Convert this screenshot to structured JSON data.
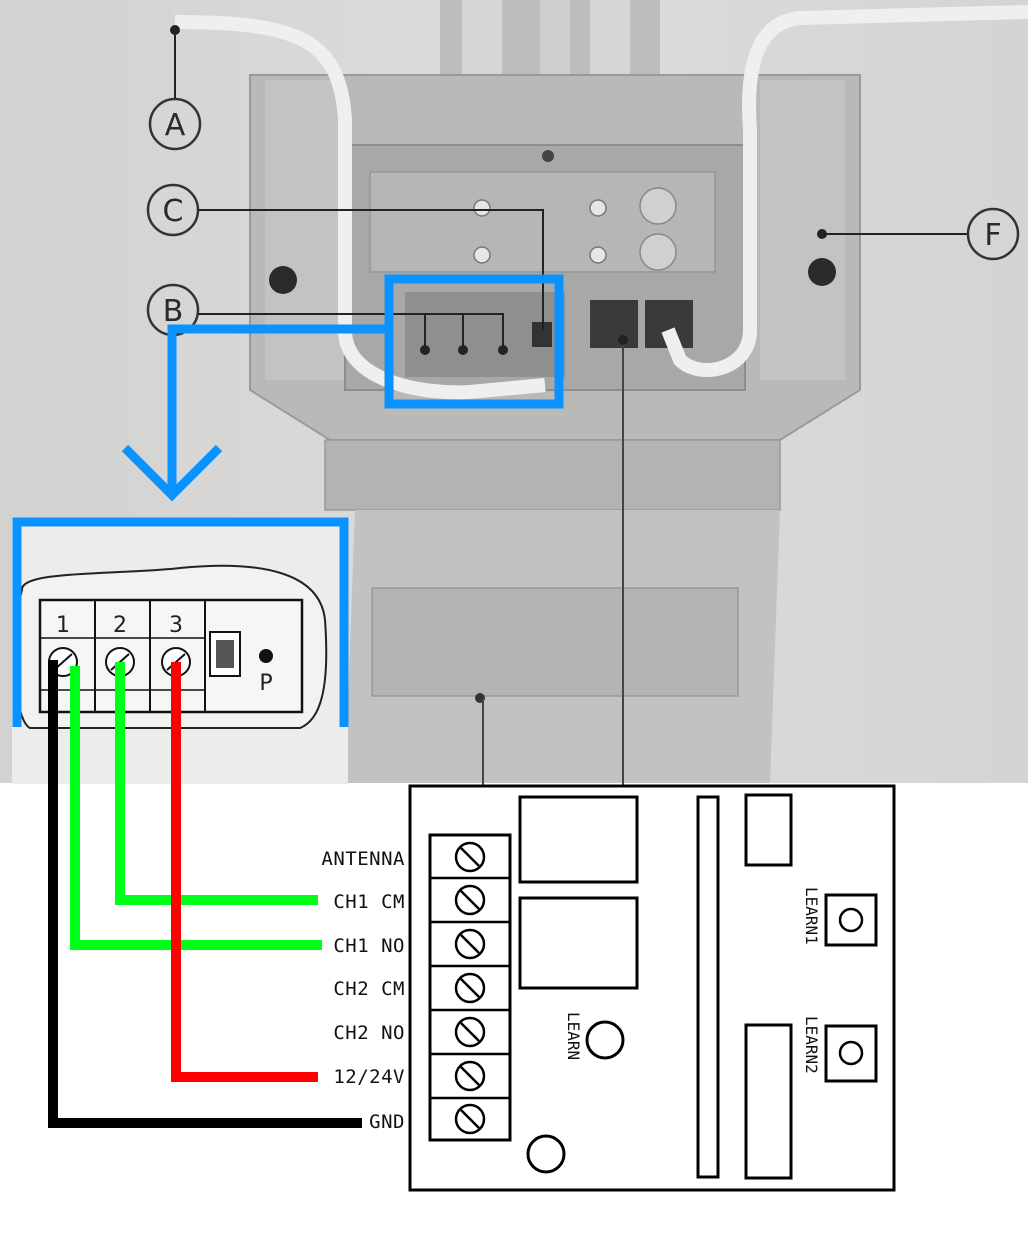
{
  "callouts": {
    "a": "A",
    "b": "B",
    "c": "C",
    "f": "F"
  },
  "terminal_block": {
    "terminals": [
      "1",
      "2",
      "3"
    ],
    "p_label": "P"
  },
  "receiver": {
    "pins": [
      "ANTENNA",
      "CH1 CM",
      "CH1 NO",
      "CH2 CM",
      "CH2 NO",
      "12/24V",
      "GND"
    ],
    "learn": "LEARN",
    "learn1": "LEARN1",
    "learn2": "LEARN2"
  },
  "wire_colors": {
    "highlight": "#0a93ff",
    "green": "#00ff17",
    "red": "#ff0000",
    "black": "#000000"
  }
}
